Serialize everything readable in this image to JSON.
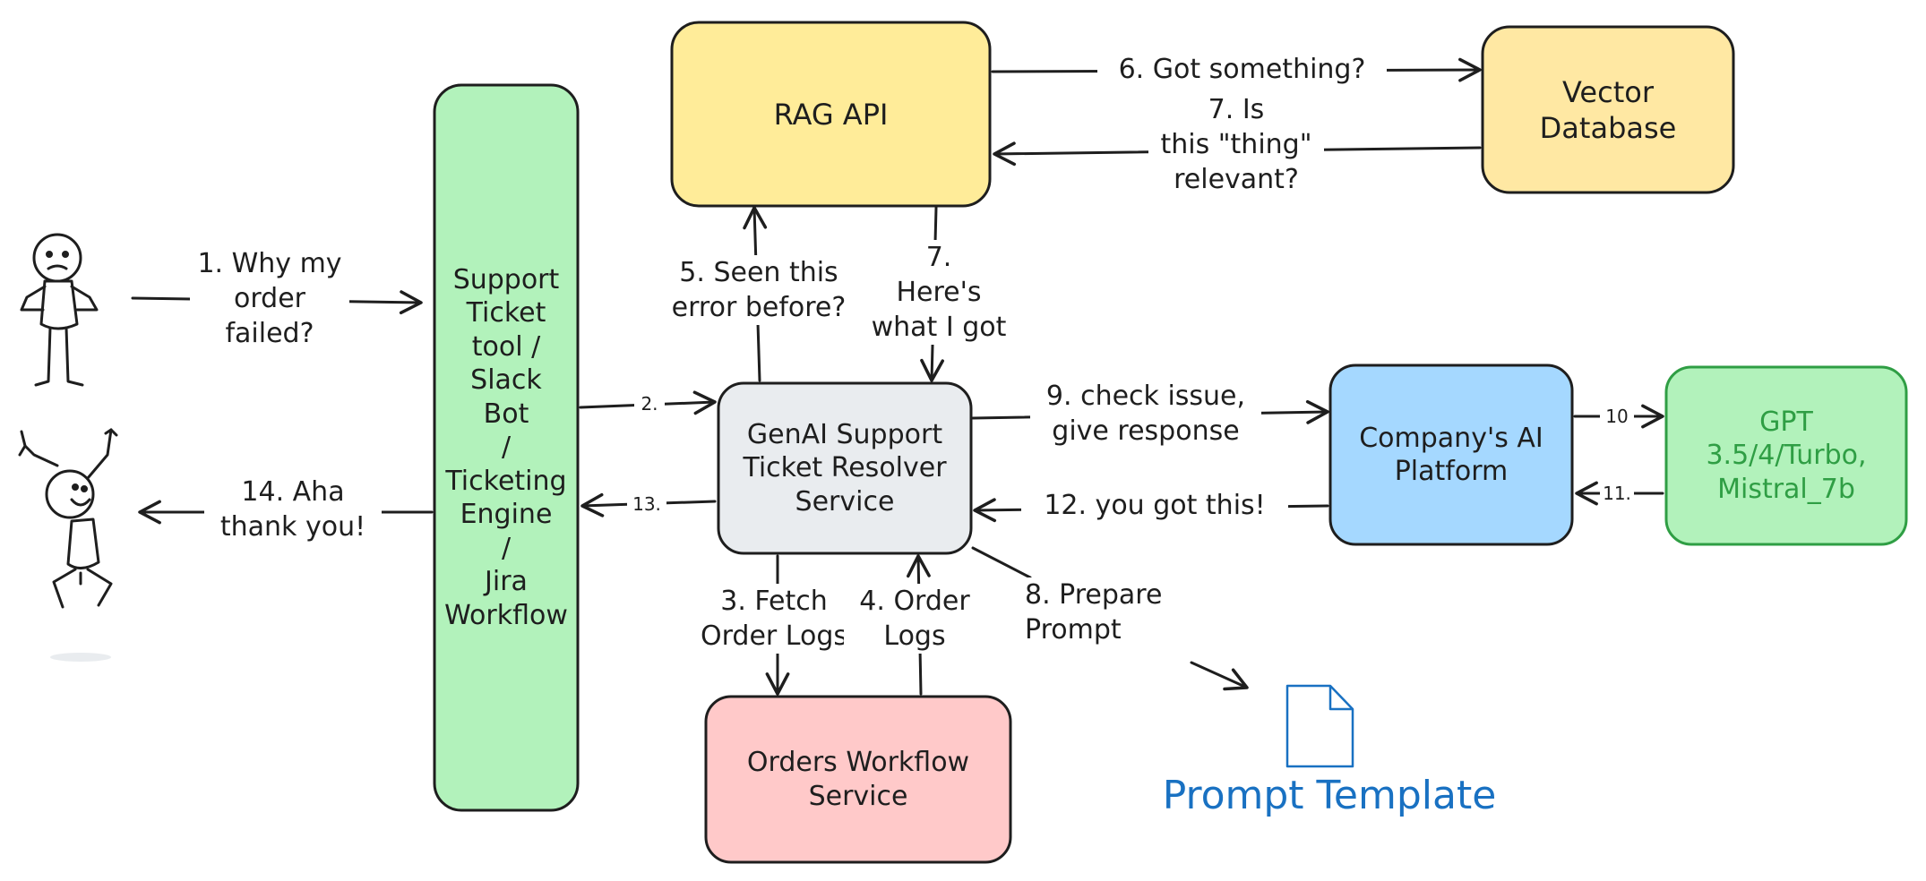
{
  "colors": {
    "ink": "#1e1e1e",
    "support_fill": "#b2f2bb",
    "rag_fill": "#ffec99",
    "vector_fill": "#ffe8a3",
    "resolver_fill": "#e9ecef",
    "ai_platform_fill": "#a5d8ff",
    "gpt_fill": "#b2f2bb",
    "gpt_stroke": "#2f9e44",
    "orders_fill": "#ffc9c9",
    "prompt_blue": "#1971c2"
  },
  "nodes": {
    "support": "Support\nTicket\ntool /\nSlack\nBot\n/\nTicketing\nEngine\n/\nJira\nWorkflow",
    "rag": "RAG API",
    "vector": "Vector\nDatabase",
    "resolver": "GenAI Support\nTicket Resolver\nService",
    "ai_platform": "Company's AI\nPlatform",
    "gpt": "GPT\n3.5/4/Turbo,\nMistral_7b",
    "orders": "Orders Workflow\nService",
    "prompt_template": "Prompt Template"
  },
  "icons": {
    "sad_user": "sad-stick-figure-icon",
    "happy_user": "happy-stick-figure-icon",
    "document": "document-icon"
  },
  "edges": {
    "e1": "1. Why my\norder\nfailed?",
    "e2": "2.",
    "e3": "3. Fetch\nOrder Logs",
    "e4": "4. Order\nLogs",
    "e5": "5. Seen this\nerror before?",
    "e6": "6. Got something?",
    "e7a": "7. Is\nthis \"thing\"\nrelevant?",
    "e7b": "7.\nHere's\nwhat I got",
    "e8": "8. Prepare\nPrompt",
    "e9": "9. check issue,\ngive response",
    "e10": "10",
    "e11": "11.",
    "e12": "12. you got this!",
    "e13": "13.",
    "e14": "14. Aha\nthank you!"
  }
}
